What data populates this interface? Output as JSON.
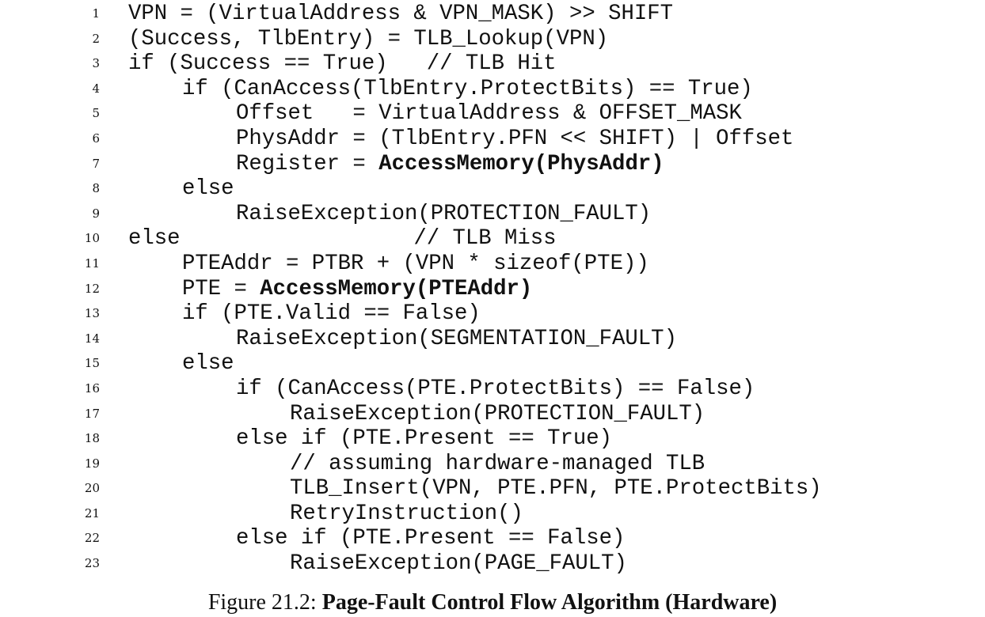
{
  "listing": {
    "lines": [
      {
        "n": "1",
        "indent": 0,
        "segments": [
          {
            "t": "VPN = (VirtualAddress & VPN_MASK) >> SHIFT",
            "b": false
          }
        ]
      },
      {
        "n": "2",
        "indent": 0,
        "segments": [
          {
            "t": "(Success, TlbEntry) = TLB_Lookup(VPN)",
            "b": false
          }
        ]
      },
      {
        "n": "3",
        "indent": 0,
        "segments": [
          {
            "t": "if (Success == True)   // TLB Hit",
            "b": false
          }
        ]
      },
      {
        "n": "4",
        "indent": 1,
        "segments": [
          {
            "t": "if (CanAccess(TlbEntry.ProtectBits) == True)",
            "b": false
          }
        ]
      },
      {
        "n": "5",
        "indent": 2,
        "segments": [
          {
            "t": "Offset   = VirtualAddress & OFFSET_MASK",
            "b": false
          }
        ]
      },
      {
        "n": "6",
        "indent": 2,
        "segments": [
          {
            "t": "PhysAddr = (TlbEntry.PFN << SHIFT) | Offset",
            "b": false
          }
        ]
      },
      {
        "n": "7",
        "indent": 2,
        "segments": [
          {
            "t": "Register = ",
            "b": false
          },
          {
            "t": "AccessMemory(PhysAddr)",
            "b": true
          }
        ]
      },
      {
        "n": "8",
        "indent": 1,
        "segments": [
          {
            "t": "else",
            "b": false
          }
        ]
      },
      {
        "n": "9",
        "indent": 2,
        "segments": [
          {
            "t": "RaiseException(PROTECTION_FAULT)",
            "b": false
          }
        ]
      },
      {
        "n": "10",
        "indent": 0,
        "segments": [
          {
            "t": "else                  // TLB Miss",
            "b": false
          }
        ]
      },
      {
        "n": "11",
        "indent": 1,
        "segments": [
          {
            "t": "PTEAddr = PTBR + (VPN * sizeof(PTE))",
            "b": false
          }
        ]
      },
      {
        "n": "12",
        "indent": 1,
        "segments": [
          {
            "t": "PTE = ",
            "b": false
          },
          {
            "t": "AccessMemory(PTEAddr)",
            "b": true
          }
        ]
      },
      {
        "n": "13",
        "indent": 1,
        "segments": [
          {
            "t": "if (PTE.Valid == False)",
            "b": false
          }
        ]
      },
      {
        "n": "14",
        "indent": 2,
        "segments": [
          {
            "t": "RaiseException(SEGMENTATION_FAULT)",
            "b": false
          }
        ]
      },
      {
        "n": "15",
        "indent": 1,
        "segments": [
          {
            "t": "else",
            "b": false
          }
        ]
      },
      {
        "n": "16",
        "indent": 2,
        "segments": [
          {
            "t": "if (CanAccess(PTE.ProtectBits) == False)",
            "b": false
          }
        ]
      },
      {
        "n": "17",
        "indent": 3,
        "segments": [
          {
            "t": "RaiseException(PROTECTION_FAULT)",
            "b": false
          }
        ]
      },
      {
        "n": "18",
        "indent": 2,
        "segments": [
          {
            "t": "else if (PTE.Present == True)",
            "b": false
          }
        ]
      },
      {
        "n": "19",
        "indent": 3,
        "segments": [
          {
            "t": "// assuming hardware-managed TLB",
            "b": false
          }
        ]
      },
      {
        "n": "20",
        "indent": 3,
        "segments": [
          {
            "t": "TLB_Insert(VPN, PTE.PFN, PTE.ProtectBits)",
            "b": false
          }
        ]
      },
      {
        "n": "21",
        "indent": 3,
        "segments": [
          {
            "t": "RetryInstruction()",
            "b": false
          }
        ]
      },
      {
        "n": "22",
        "indent": 2,
        "segments": [
          {
            "t": "else if (PTE.Present == False)",
            "b": false
          }
        ]
      },
      {
        "n": "23",
        "indent": 3,
        "segments": [
          {
            "t": "RaiseException(PAGE_FAULT)",
            "b": false
          }
        ]
      }
    ]
  },
  "caption": {
    "label": "Figure 21.2: ",
    "title": "Page-Fault Control Flow Algorithm (Hardware)"
  }
}
